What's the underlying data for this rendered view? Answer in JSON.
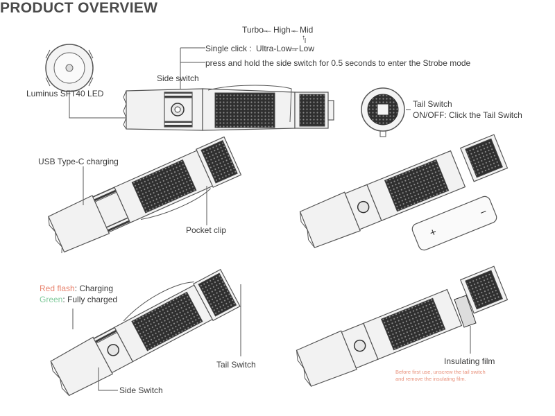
{
  "title": "PRODUCT OVERVIEW",
  "modes": {
    "turbo": "Turbo",
    "high": "High",
    "mid": "Mid",
    "single_click": "Single click :",
    "ultra_low": "Ultra-Low",
    "low": "Low",
    "strobe": "press and hold the side switch for 0.5 seconds to enter the Strobe mode"
  },
  "labels": {
    "side_switch_top": "Side switch",
    "led": "Luminus SFT40 LED",
    "tail_switch_title": "Tail Switch",
    "tail_switch_desc": "ON/OFF: Click the Tail Switch",
    "usb": "USB Type-C charging",
    "pocket_clip": "Pocket clip",
    "red_flash": "Red flash",
    "red_flash_desc": ": Charging",
    "green": "Green",
    "green_desc": ": Fully charged",
    "tail_switch_bottom": "Tail Switch",
    "side_switch_bottom": "Side Switch",
    "insulating_film": "Insulating film",
    "note_line1": "Before first use, unscrew the tail switch",
    "note_line2": "and remove the insulating film."
  },
  "colors": {
    "red_flash": "#e8836e",
    "green": "#7fc99a",
    "note": "#e8907a"
  }
}
